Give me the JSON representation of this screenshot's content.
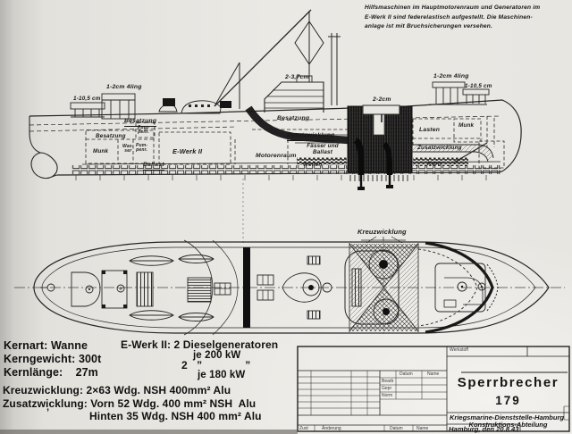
{
  "note": {
    "line1": "Hilfsmaschinen im Hauptmotorenraum und Generatoren im",
    "line2": "E-Werk II sind federelastisch aufgestellt. Die Maschinen-",
    "line3": "anlage ist mit Bruchsicherungen versehen."
  },
  "side_view": {
    "guns": {
      "g105_left": "1-10,5 cm",
      "g2cm_left": "1-2cm 4ling",
      "g37": "2-3,7cm",
      "g2cm_mid": "2-2cm",
      "g2cm_right": "1-2cm 4ling",
      "g105_right": "1-10,5 cm"
    },
    "compartments": {
      "besatzung_upper": "Besatzung",
      "besatzung_left": "Besatzung",
      "besatzung_mid": "Besatzung",
      "munk_left": "Munk",
      "wasser_l1": "Was-",
      "wasser_l2": "ser",
      "pump_upper_l1": "Pum-",
      "pump_upper_l2": "penr.",
      "pump_lower_l1": "Pum-",
      "pump_lower_l2": "penr.",
      "ballast": "Ballast",
      "ewerk": "E-Werk II",
      "motorenraum": "Motorenraum",
      "zusatz_mid": "Zusatzwicklung",
      "faesser_l1": "Fässer und",
      "faesser_l2": "Ballast",
      "wellen": "Wellen",
      "lasten": "Lasten",
      "munk_right": "Munk",
      "zusatz_right": "Zusatzwicklung",
      "kern": "Kern"
    }
  },
  "plan_view": {
    "kreuzwicklung": "Kreuzwicklung"
  },
  "specs": {
    "kernart": "Kernart: Wanne",
    "kerngewicht": "Kerngewicht: 300t",
    "kernlaenge": "Kernlänge:    27m",
    "ewerk_l1": "E-Werk II: 2 Dieselgeneratoren",
    "ewerk_l2": "je 200 kW",
    "ewerk_l3": "2   ”              ”",
    "ewerk_l4": "je 180 kW",
    "kreuz": "Kreuzwicklung: 2×63 Wdg. NSH 400mm² Alu",
    "zusatz_l1": "Zusatzwicklung: Vorn 52 Wdg. 400 mm² NSH  Alu",
    "zusatz_tick": "’",
    "zusatz_l2": "Hinten 35 Wdg. NSH 400 mm² Alu"
  },
  "title_block": {
    "werkstoff": "Werkstoff",
    "datum": "Datum",
    "name": "Name",
    "bearb": "Bearb",
    "gepr": "Gepr",
    "norm": "Norm",
    "title": "Sperrbrecher",
    "number": "179",
    "org1": "Kriegsmarine-Dienststelle-Hamburg",
    "org2": "Konstruktions-Abteilung",
    "place_date": "Hamburg, den 20.8.43",
    "zust": "Zust",
    "aenderung": "Änderung",
    "datum2": "Datum",
    "name2": "Name"
  }
}
